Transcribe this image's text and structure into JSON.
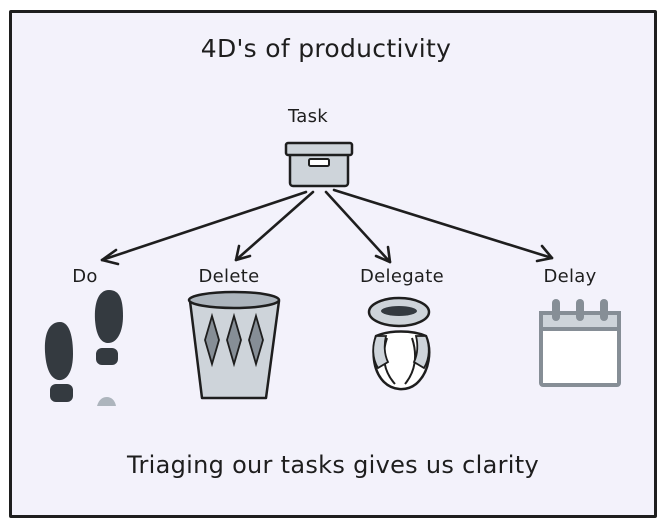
{
  "title": "4D's of productivity",
  "root": {
    "label": "Task",
    "icon": "box-icon"
  },
  "branches": [
    {
      "label": "Do",
      "icon": "footprints-icon"
    },
    {
      "label": "Delete",
      "icon": "trash-can-icon"
    },
    {
      "label": "Delegate",
      "icon": "hand-off-icon"
    },
    {
      "label": "Delay",
      "icon": "calendar-icon"
    }
  ],
  "footer": "Triaging our tasks gives us clarity",
  "colors": {
    "background": "#f3f2fb",
    "stroke": "#1e1e1e",
    "icon_fill": "#ced4da",
    "icon_dark": "#343a40"
  }
}
